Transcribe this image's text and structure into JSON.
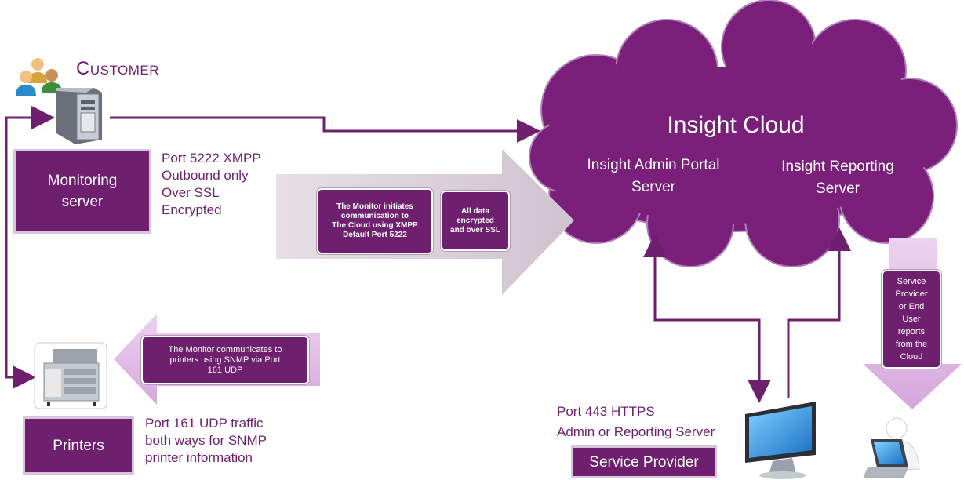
{
  "customer": {
    "title": "Customer"
  },
  "monitoring_server": {
    "label": "Monitoring\nserver"
  },
  "xmpp_note": {
    "text": "Port 5222 XMPP\nOutbound only\nOver SSL\nEncrypted"
  },
  "monitor_callout": {
    "text": "The Monitor initiates\ncommunication to\nThe Cloud using XMPP\nDefault Port 5222"
  },
  "encrypted_callout": {
    "text": "All data\nencrypted\nand over SSL"
  },
  "cloud": {
    "title": "Insight Cloud",
    "admin_portal": "Insight Admin Portal\nServer",
    "reporting": "Insight Reporting\nServer"
  },
  "printer_callout": {
    "text": "The Monitor communicates to\nprinters using SNMP via Port\n161 UDP"
  },
  "printers": {
    "label": "Printers"
  },
  "snmp_note": {
    "text": "Port 161 UDP traffic\nboth ways for SNMP\nprinter information"
  },
  "https_note": {
    "text": "Port 443 HTTPS\nAdmin or Reporting Server"
  },
  "service_provider": {
    "label": "Service Provider"
  },
  "reports_callout": {
    "text": "Service\nProvider\nor End\nUser\nreports\nfrom the\nCloud"
  },
  "colors": {
    "purple": "#6e1f6e",
    "light_purple": "#d9b8dd",
    "grey_arrow": "#d6ccd6"
  }
}
